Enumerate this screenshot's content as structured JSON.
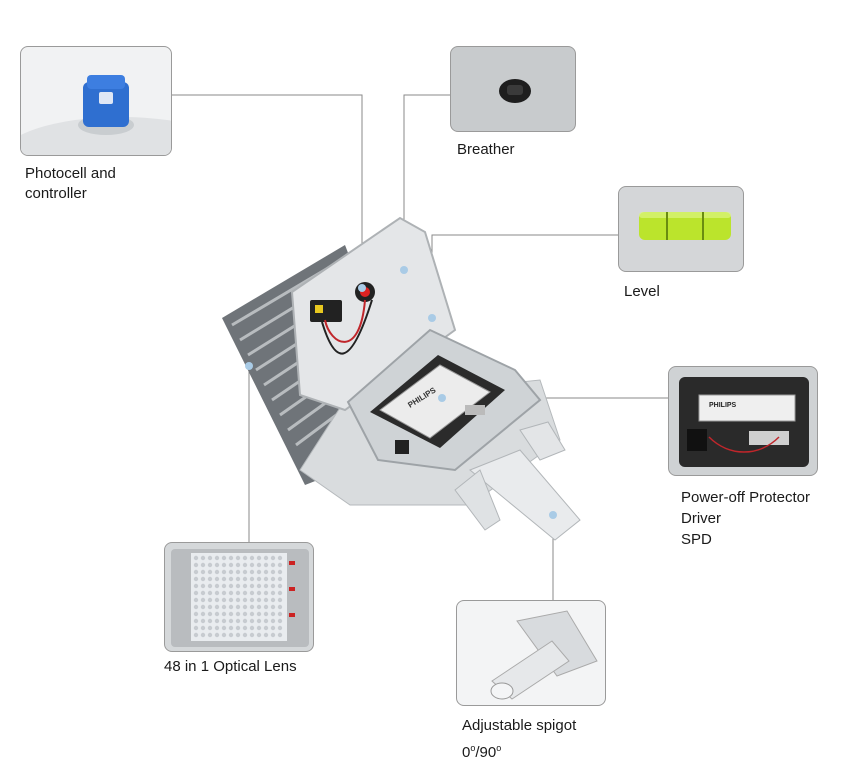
{
  "callouts": {
    "photocell": {
      "label_line1": "Photocell and",
      "label_line2": "controller"
    },
    "breather": {
      "label": "Breather"
    },
    "level": {
      "label": "Level"
    },
    "driver": {
      "label_line1": "Power-off Protector",
      "label_line2": "Driver",
      "label_line3": "SPD"
    },
    "optical": {
      "label": "48 in 1 Optical Lens"
    },
    "spigot": {
      "label_line1": "Adjustable spigot",
      "label_line2_base0": "0",
      "label_line2_sup0": "o",
      "label_line2_mid": "/90",
      "label_line2_sup1": "o"
    }
  },
  "product": {
    "driver_brand": "PHILIPS"
  },
  "colors": {
    "leader_line": "#8a8a8a",
    "dot": "#a9cbe6",
    "photocell_blue": "#2f6fd0",
    "level_green": "#b8e61a"
  }
}
